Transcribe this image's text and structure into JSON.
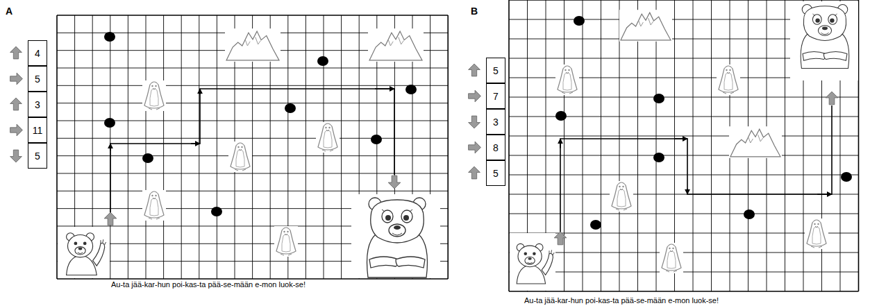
{
  "diagram": {
    "nodes": [
      {
        "text": [
          "4"
        ]
      },
      {
        "text": [
          "5"
        ]
      },
      {
        "text": [
          "3"
        ]
      },
      {
        "text": [
          "11"
        ]
      },
      {
        "text": [
          "5"
        ]
      },
      {
        "text": [
          "5"
        ]
      },
      {
        "text": [
          "7"
        ]
      },
      {
        "text": [
          "3"
        ]
      },
      {
        "text": [
          "8"
        ]
      },
      {
        "text": [
          "5"
        ]
      }
    ],
    "labels": [
      "A",
      "Au-ta jää-kar-hun poi-kas-ta pää-se-mään e-mon luok-se!",
      "B",
      "Au-ta jää-kar-hun poi-kas-ta pää-se-mään e-mon luok-se!"
    ]
  }
}
